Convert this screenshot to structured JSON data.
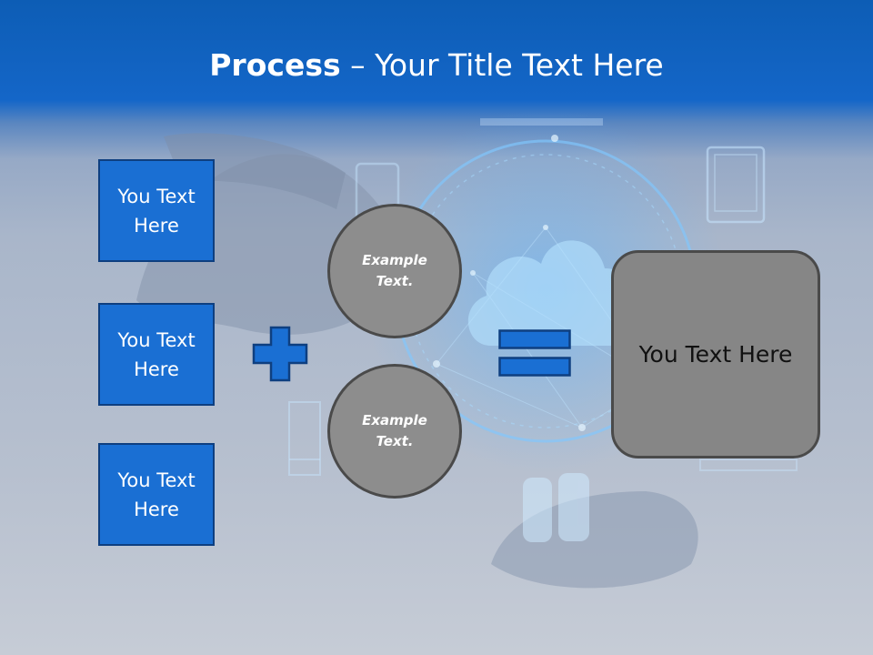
{
  "title": {
    "bold": "Process",
    "rest": " – Your Title Text Here"
  },
  "left_boxes": [
    {
      "label": "You Text Here"
    },
    {
      "label": "You Text Here"
    },
    {
      "label": "You Text Here"
    }
  ],
  "operators": {
    "plus": "plus-icon",
    "equals": "equals-icon"
  },
  "circles": [
    {
      "label": "Example Text."
    },
    {
      "label": "Example Text."
    }
  ],
  "result": {
    "label": "You Text Here"
  },
  "colors": {
    "header": "#1466c8",
    "box_fill": "#1a6fd3",
    "box_border": "#0e3f80",
    "circle_fill": "#8d8d8d",
    "result_fill": "#868686"
  }
}
